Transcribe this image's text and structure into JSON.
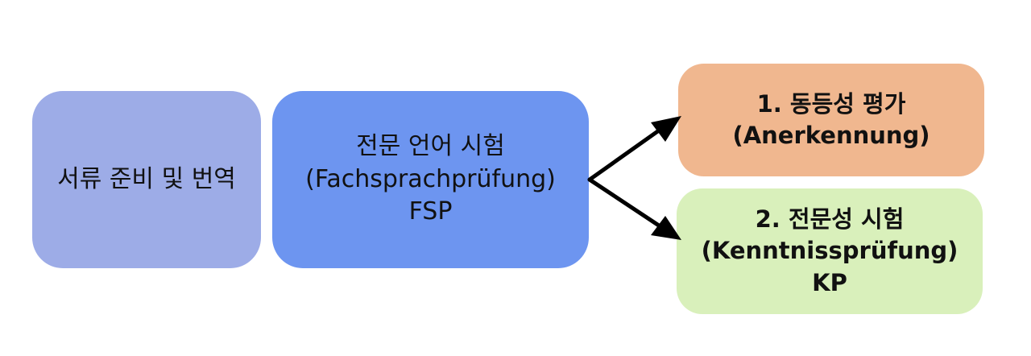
{
  "colors": {
    "docs_box": "#9dace7",
    "fsp_box": "#6d95f0",
    "equivalence_box": "#f0b78f",
    "kp_box": "#d9f0bb",
    "arrow": "#000000",
    "text": "#111111"
  },
  "boxes": {
    "docs": {
      "line1": "서류 준비 및 번역"
    },
    "fsp": {
      "line1": "전문 언어 시험",
      "line2": "(Fachsprachprüfung)",
      "line3": "FSP"
    },
    "equivalence": {
      "line1": "1. 동등성 평가",
      "line2": "(Anerkennung)"
    },
    "kp": {
      "line1": "2. 전문성 시험",
      "line2": "(Kenntnissprüfung)",
      "line3": "KP"
    }
  },
  "arrows": [
    {
      "from": "fsp",
      "to": "equivalence"
    },
    {
      "from": "fsp",
      "to": "kp"
    }
  ]
}
